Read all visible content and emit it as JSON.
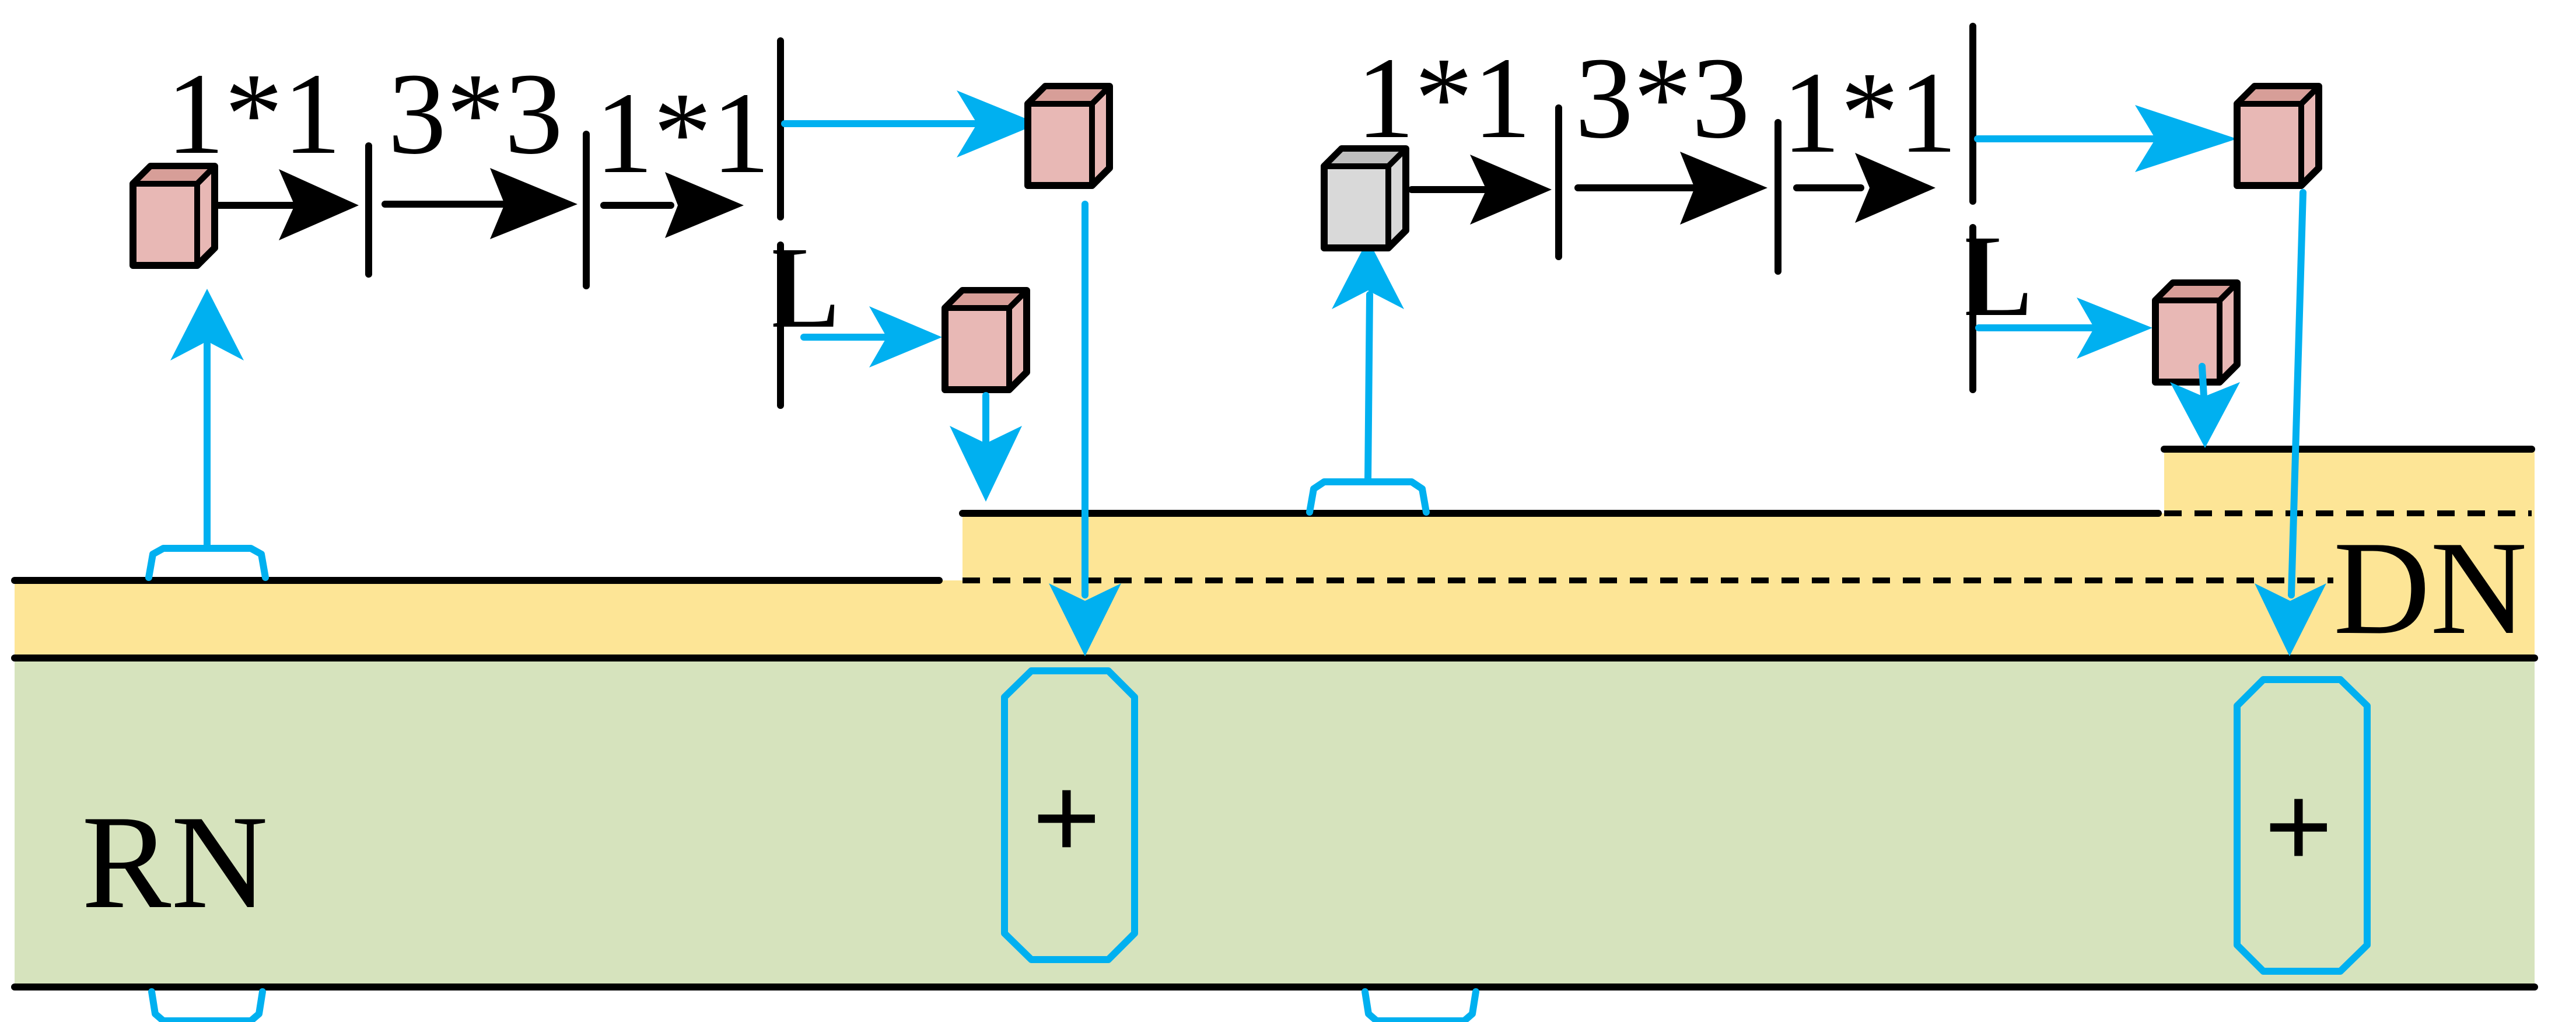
{
  "labels": {
    "dn": "DN",
    "rn": "RN",
    "left_kernel_1": "1*1",
    "left_kernel_2": "3*3",
    "left_kernel_3": "1*1",
    "right_kernel_1": "1*1",
    "right_kernel_2": "3*3",
    "right_kernel_3": "1*1",
    "left_l": "L",
    "right_l": "L",
    "left_plus": "+",
    "right_plus": "+"
  },
  "colors": {
    "dn_band": "#fde596",
    "rn_band": "#d6e3bd",
    "arrow": "#00b0f0",
    "cube_pink": "#e8b8b5",
    "cube_pink_top": "#d79e98",
    "cube_gray": "#d9d9d9",
    "cube_gray_top": "#bfbfbf"
  }
}
